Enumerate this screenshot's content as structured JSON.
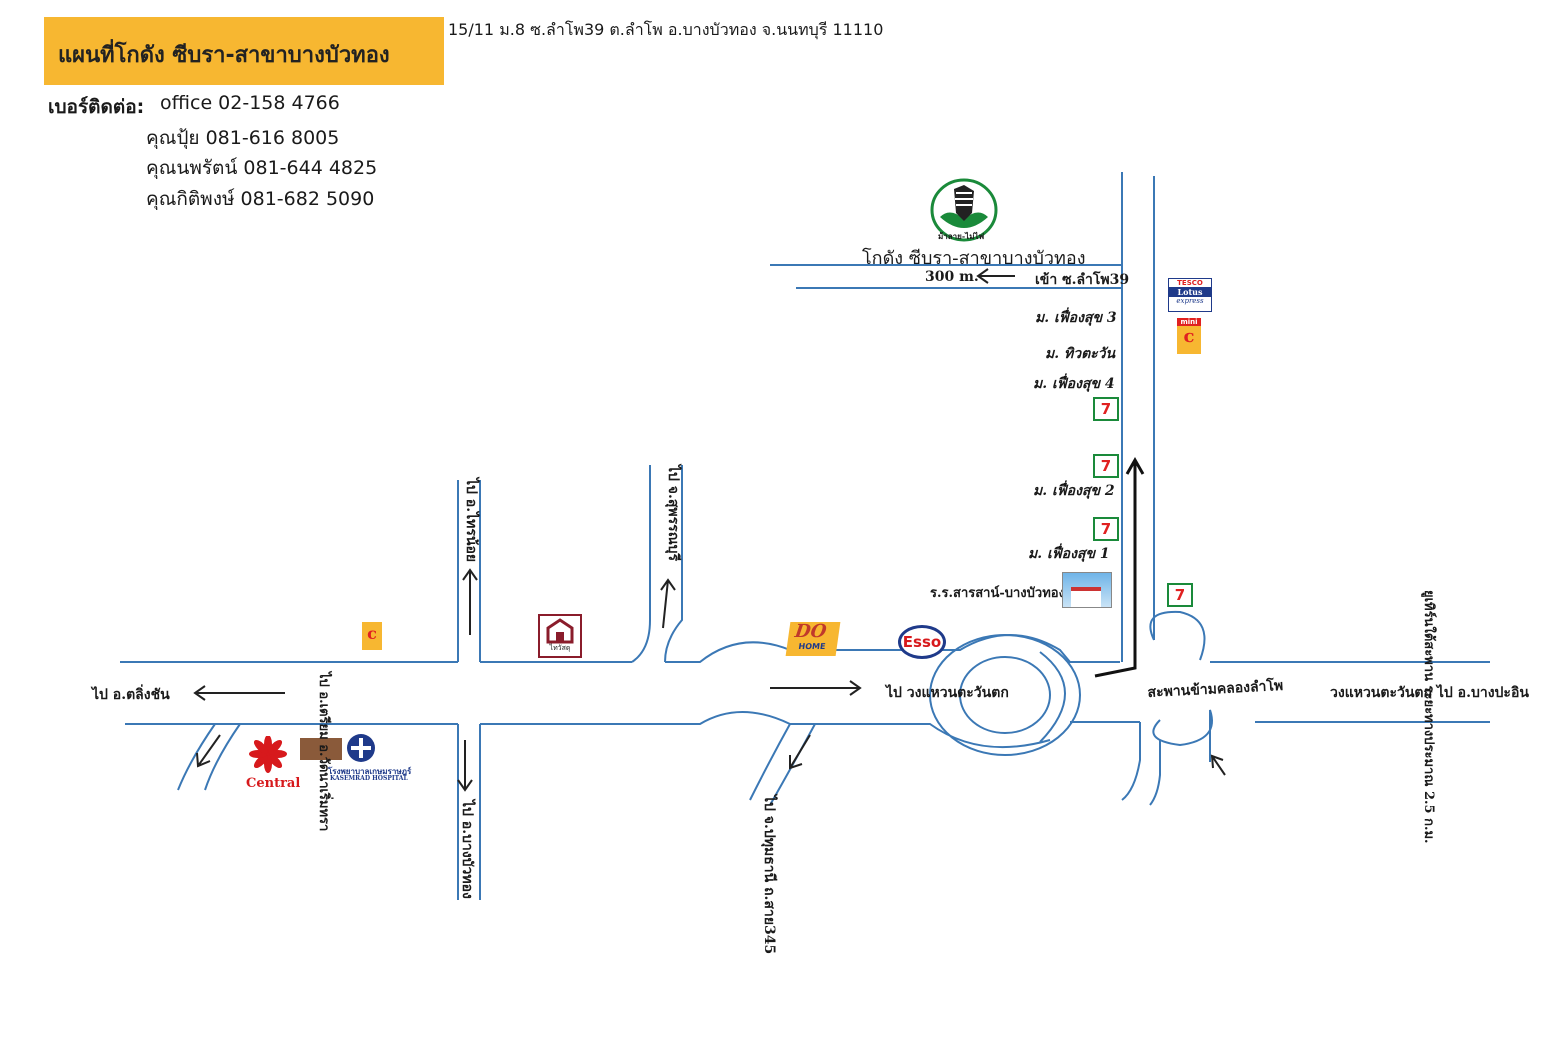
{
  "header": {
    "title": "แผนที่โกดัง ซีบรา-สาขาบางบัวทอง",
    "address": "15/11 ม.8 ซ.ลำโพ39 ต.ลำโพ อ.บางบัวทอง จ.นนทบุรี 11110"
  },
  "contacts": {
    "label": "เบอร์ติดต่อ:",
    "lines": [
      "office 02-158 4766",
      "คุณปุ้ย 081-616 8005",
      "คุณนพรัตน์ 081-644 4825",
      "คุณกิติพงษ์ 081-682 5090"
    ]
  },
  "map": {
    "warehouse_label": "โกดัง ซีบรา-สาขาบางบัวทอง",
    "zebra_logo_text": "ม้าลาย-ไม่ไฟ",
    "distance_label": "300 m.",
    "soi_label": "เข้า ซ.ลำโพ39",
    "village_labels": [
      "ม. เฟื่องสุข 3",
      "ม. ทิวตะวัน",
      "ม. เฟื่องสุข 4",
      "ม. เฟื่องสุข 2",
      "ม. เฟื่องสุข 1"
    ],
    "school_label": "ร.ร.สารสาน์-บางบัวทอง",
    "directions": {
      "to_taling_chan": "ไป อ.ตลิ่งชัน",
      "to_sai_noi": "ไป อ.ไทรน้อย",
      "to_suphanburi": "ไป จ.สุพรรณบุรี",
      "to_ring_road": "ไป วงแหวนตะวันตก",
      "to_bang_bua_thong": "ไป อ.บางบัวทอง",
      "to_pathum_thani": "ไป จ.ปทุมธานี ถ.สาย345",
      "to_central": "ไป อ.เตรียม อ.วัดนาเริ่มทรา",
      "ring_road_to_bang_pa_in": "วงแหวนตะวันตก ไป อ.บางปะอิน",
      "u_turn": "ยูเทิร์นใต้สะพาน ระยะทางประมาณ 2.5 ก.ม."
    },
    "bridge_label": "สะพานข้ามคลองลำโพ",
    "brands": {
      "tesco": "TESCO",
      "lotus": "Lotus",
      "express": "express",
      "mini": "mini",
      "esso": "Esso",
      "dohome": "DO",
      "dohome_sub": "HOME",
      "central": "Central",
      "hospital": "โรงพยาบาลเกษมราษฎร์",
      "hospital_en": "KASEMRAD HOSPITAL",
      "makro_store": "ไทวัสดุ",
      "seven_eleven": "7"
    },
    "colors": {
      "road": "#3b78b5",
      "title_bg": "#f7b731",
      "seven_green": "#1a8a3a",
      "seven_red": "#e02020",
      "esso_red": "#d7191c",
      "esso_blue": "#1f3a8a"
    }
  }
}
